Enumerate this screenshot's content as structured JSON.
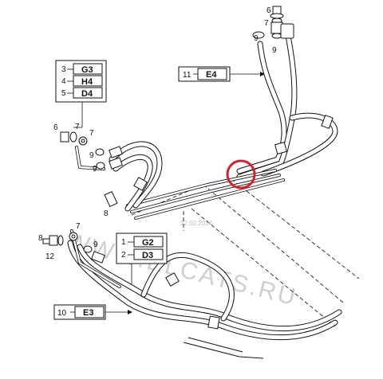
{
  "watermark": "WWW.ELCATS.RU",
  "date_stamp": "22.02.2014",
  "callouts": {
    "box_g3_h4_d4": {
      "items": [
        {
          "num": "3",
          "code": "G3"
        },
        {
          "num": "4",
          "code": "H4"
        },
        {
          "num": "5",
          "code": "D4"
        }
      ]
    },
    "box_e4": {
      "num": "11",
      "code": "E4"
    },
    "box_g2_d3": {
      "items": [
        {
          "num": "1",
          "code": "G2"
        },
        {
          "num": "2",
          "code": "D3"
        }
      ]
    },
    "box_e3": {
      "num": "10",
      "code": "E3"
    }
  },
  "part_numbers": {
    "p6_left": "6",
    "p7_left_a": "7",
    "p7_left_b": "7",
    "p9_left_a": "9",
    "p9_left_b": "9",
    "p8_left": "8",
    "p6_top": "6",
    "p7_top": "7",
    "p9_top_a": "9",
    "p9_top_b": "9",
    "p8_bottom": "8",
    "p7_bottom": "7",
    "p12_bottom": "12",
    "p9_bottom": "9"
  },
  "highlight_color": "#d2232a"
}
